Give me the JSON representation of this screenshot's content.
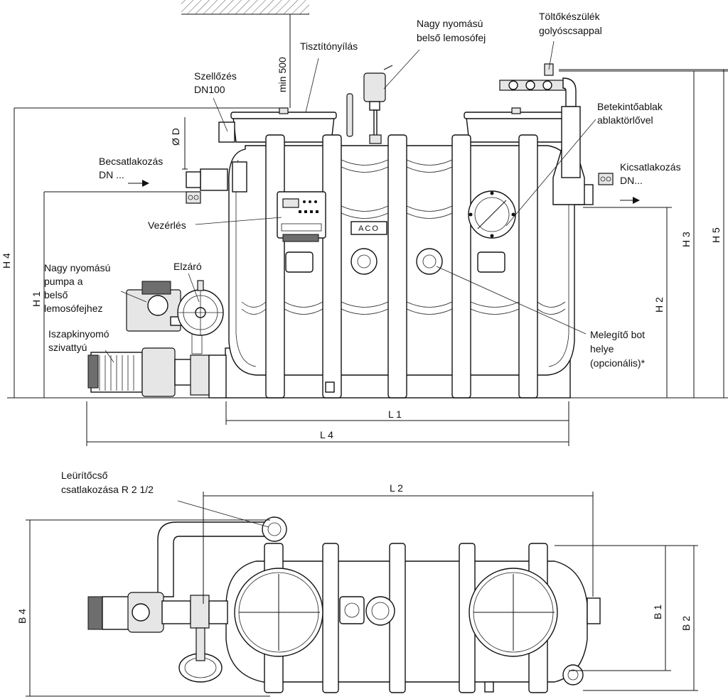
{
  "labels": {
    "szellozes_1": "Szellőzés",
    "szellozes_2": "DN100",
    "min500": "min 500",
    "tisztitonyilas": "Tisztítónyílás",
    "lemosofej_1": "Nagy nyomású",
    "lemosofej_2": "belső lemosófej",
    "toltokeszulek_1": "Töltőkészülék",
    "toltokeszulek_2": "golyóscsappal",
    "betekinto_1": "Betekintőablak",
    "betekinto_2": "ablaktörlővel",
    "diameter_d": "Ø D",
    "becsatlakozas_1": "Becsatlakozás",
    "becsatlakozas_2": "DN ...",
    "kicsatlakozas_1": "Kicsatlakozás",
    "kicsatlakozas_2": "DN...",
    "vezerles": "Vezérlés",
    "pumpa_1": "Nagy nyomású",
    "pumpa_2": "pumpa a",
    "pumpa_3": "belső",
    "pumpa_4": "lemosófejhez",
    "elzaro": "Elzáró",
    "iszapkinyomo_1": "Iszapkinyomó",
    "iszapkinyomo_2": "szivattyú",
    "melegito_1": "Melegítő bot",
    "melegito_2": "helye",
    "melegito_3": "(opcionális)*",
    "leuritocso_1": "Leürítőcső",
    "leuritocso_2": "csatlakozása R 2 1/2",
    "brand": "ACO"
  },
  "dimensions": {
    "h1": "H 1",
    "h2": "H 2",
    "h3": "H 3",
    "h4": "H 4",
    "h5": "H 5",
    "l1": "L 1",
    "l2": "L 2",
    "l4": "L 4",
    "b1": "B 1",
    "b2": "B 2",
    "b4": "B 4"
  }
}
